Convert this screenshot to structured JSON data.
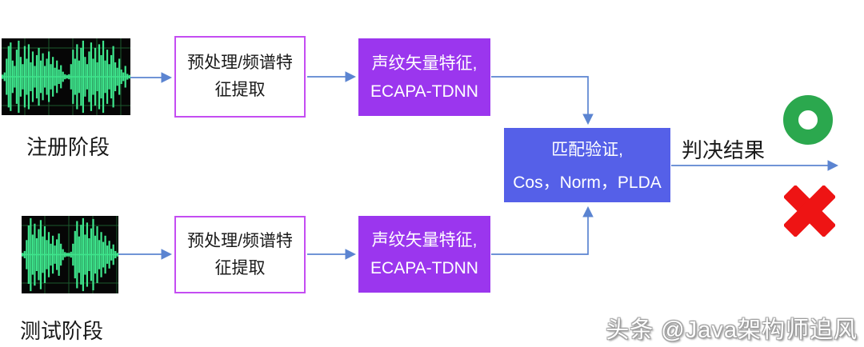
{
  "diagram": {
    "stages": {
      "enroll_label": "注册阶段",
      "test_label": "测试阶段"
    },
    "boxes": {
      "preprocess": {
        "line1": "预处理/频谱特",
        "line2": "征提取"
      },
      "embedding": {
        "line1": "声纹矢量特征,",
        "line2": "ECAPA-TDNN"
      },
      "match": {
        "line1": "匹配验证,",
        "line2": "Cos，Norm，PLDA"
      }
    },
    "result_label": "判决结果",
    "icons": {
      "accept": "green-ring-accept-icon",
      "reject": "red-cross-reject-icon",
      "enroll_waveform": "audio-waveform-image",
      "test_waveform": "audio-waveform-image"
    }
  },
  "watermark": "头条 @Java架构师追风",
  "colors": {
    "embedding_box": "#9B36EE",
    "match_box": "#5560E8",
    "preprocess_border": "#C44DF2",
    "arrow": "#5B84D1",
    "waveform_green": "#3EE58C",
    "waveform_bg": "#060606",
    "waveform_grid": "#1C5A2E",
    "accept_green": "#2BA84E",
    "reject_red": "#EE1414",
    "text_dark": "#1A1A1A",
    "watermark_gray": "#9A9A9A"
  },
  "waveforms": {
    "enroll": [
      0.06,
      0.12,
      0.5,
      0.85,
      0.95,
      0.45,
      0.3,
      0.75,
      1,
      0.55,
      0.35,
      0.85,
      0.5,
      0.9,
      0.4,
      0.7,
      0.3,
      0.6,
      0.8,
      0.45,
      0.65,
      0.3,
      0.5,
      0.7,
      0.35,
      0.55,
      0.25,
      0.45,
      0.2,
      0.32,
      0.14,
      0.07,
      0.05,
      0.07,
      0.35,
      0.75,
      0.5,
      0.9,
      0.45,
      0.8,
      1,
      0.55,
      0.35,
      0.7,
      0.95,
      0.5,
      0.8,
      0.4,
      0.9,
      0.6,
      1,
      0.45,
      0.75,
      0.35,
      0.6,
      0.85,
      0.4,
      0.25,
      0.5,
      0.2,
      0.12,
      0.3,
      0.08,
      0.05
    ],
    "test": [
      0.05,
      0.1,
      0.4,
      0.8,
      1,
      0.55,
      0.85,
      0.45,
      0.7,
      0.95,
      0.5,
      0.78,
      0.4,
      0.62,
      0.3,
      0.52,
      0.25,
      0.42,
      0.58,
      0.3,
      0.15,
      0.07,
      0.05,
      0.05,
      0.08,
      0.3,
      0.65,
      0.92,
      0.5,
      0.82,
      1,
      0.55,
      0.88,
      0.45,
      0.72,
      0.98,
      0.52,
      0.78,
      0.4,
      0.62,
      0.35,
      0.52,
      0.25,
      0.38,
      0.16,
      0.28,
      0.1,
      0.05
    ]
  }
}
